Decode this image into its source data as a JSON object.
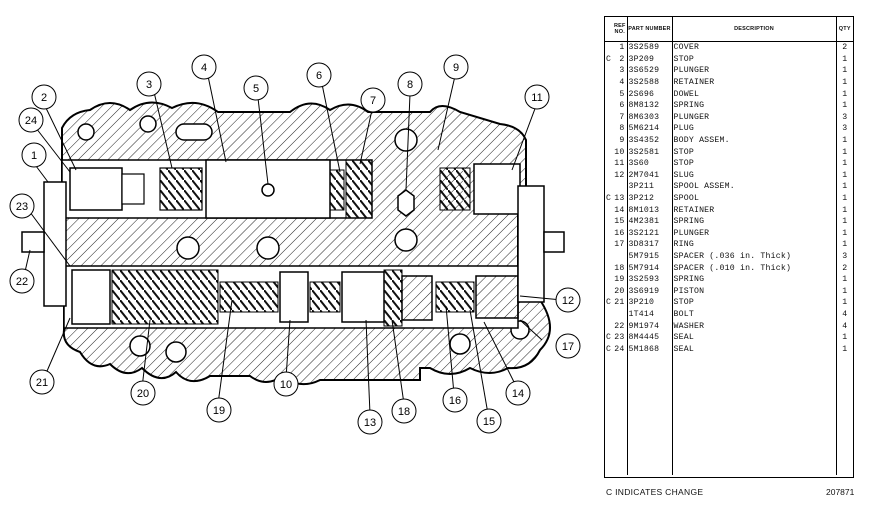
{
  "callouts": [
    {
      "n": "1"
    },
    {
      "n": "2"
    },
    {
      "n": "3"
    },
    {
      "n": "4"
    },
    {
      "n": "5"
    },
    {
      "n": "6"
    },
    {
      "n": "7"
    },
    {
      "n": "8"
    },
    {
      "n": "9"
    },
    {
      "n": "10"
    },
    {
      "n": "11"
    },
    {
      "n": "12"
    },
    {
      "n": "13"
    },
    {
      "n": "14"
    },
    {
      "n": "15"
    },
    {
      "n": "16"
    },
    {
      "n": "17"
    },
    {
      "n": "18"
    },
    {
      "n": "19"
    },
    {
      "n": "20"
    },
    {
      "n": "21"
    },
    {
      "n": "22"
    },
    {
      "n": "23"
    },
    {
      "n": "24"
    }
  ],
  "parts_table": {
    "headers": {
      "ref_no": "REF NO.",
      "part_number": "PART NUMBER",
      "description": "DESCRIPTION",
      "qty": "QTY"
    },
    "rows": [
      {
        "change": "",
        "ref": "1",
        "part": "3S2589",
        "desc": "COVER",
        "qty": "2"
      },
      {
        "change": "C",
        "ref": "2",
        "part": "3P209",
        "desc": "STOP",
        "qty": "1"
      },
      {
        "change": "",
        "ref": "3",
        "part": "3S6529",
        "desc": "PLUNGER",
        "qty": "1"
      },
      {
        "change": "",
        "ref": "4",
        "part": "3S2588",
        "desc": "RETAINER",
        "qty": "1"
      },
      {
        "change": "",
        "ref": "5",
        "part": "2S696",
        "desc": "DOWEL",
        "qty": "1"
      },
      {
        "change": "",
        "ref": "6",
        "part": "8M8132",
        "desc": "SPRING",
        "qty": "1"
      },
      {
        "change": "",
        "ref": "7",
        "part": "8M6303",
        "desc": "PLUNGER",
        "qty": "3"
      },
      {
        "change": "",
        "ref": "8",
        "part": "5M6214",
        "desc": "PLUG",
        "qty": "3"
      },
      {
        "change": "",
        "ref": "9",
        "part": "3S4352",
        "desc": "BODY ASSEM.",
        "qty": "1"
      },
      {
        "change": "",
        "ref": "10",
        "part": "3S2581",
        "desc": "  STOP",
        "qty": "1"
      },
      {
        "change": "",
        "ref": "11",
        "part": "3S60",
        "desc": "STOP",
        "qty": "1"
      },
      {
        "change": "",
        "ref": "12",
        "part": "2M7041",
        "desc": "SLUG",
        "qty": "1"
      },
      {
        "change": "",
        "ref": "",
        "part": "3P211",
        "desc": "SPOOL ASSEM.",
        "qty": "1"
      },
      {
        "change": "C",
        "ref": "13",
        "part": "3P212",
        "desc": "  SPOOL",
        "qty": "1"
      },
      {
        "change": "",
        "ref": "14",
        "part": "8M1013",
        "desc": "  RETAINER",
        "qty": "1"
      },
      {
        "change": "",
        "ref": "15",
        "part": "4M2381",
        "desc": "  SPRING",
        "qty": "1"
      },
      {
        "change": "",
        "ref": "16",
        "part": "3S2121",
        "desc": "  PLUNGER",
        "qty": "1"
      },
      {
        "change": "",
        "ref": "17",
        "part": "3D8317",
        "desc": "  RING",
        "qty": "1"
      },
      {
        "change": "",
        "ref": "",
        "part": "5M7915",
        "desc": "SPACER (.036 in. Thick)",
        "qty": "3"
      },
      {
        "change": "",
        "ref": "18",
        "part": "5M7914",
        "desc": "SPACER (.010 in. Thick)",
        "qty": "2"
      },
      {
        "change": "",
        "ref": "19",
        "part": "3S2593",
        "desc": "SPRING",
        "qty": "1"
      },
      {
        "change": "",
        "ref": "20",
        "part": "3S6919",
        "desc": "PISTON",
        "qty": "1"
      },
      {
        "change": "C",
        "ref": "21",
        "part": "3P210",
        "desc": "STOP",
        "qty": "1"
      },
      {
        "change": "",
        "ref": "",
        "part": "1T414",
        "desc": "BOLT",
        "qty": "4"
      },
      {
        "change": "",
        "ref": "22",
        "part": "9M1974",
        "desc": "WASHER",
        "qty": "4"
      },
      {
        "change": "C",
        "ref": "23",
        "part": "8M4445",
        "desc": "SEAL",
        "qty": "1"
      },
      {
        "change": "C",
        "ref": "24",
        "part": "5M1868",
        "desc": "SEAL",
        "qty": "1"
      }
    ]
  },
  "footer_note": "C INDICATES CHANGE",
  "figure_number": "207871"
}
